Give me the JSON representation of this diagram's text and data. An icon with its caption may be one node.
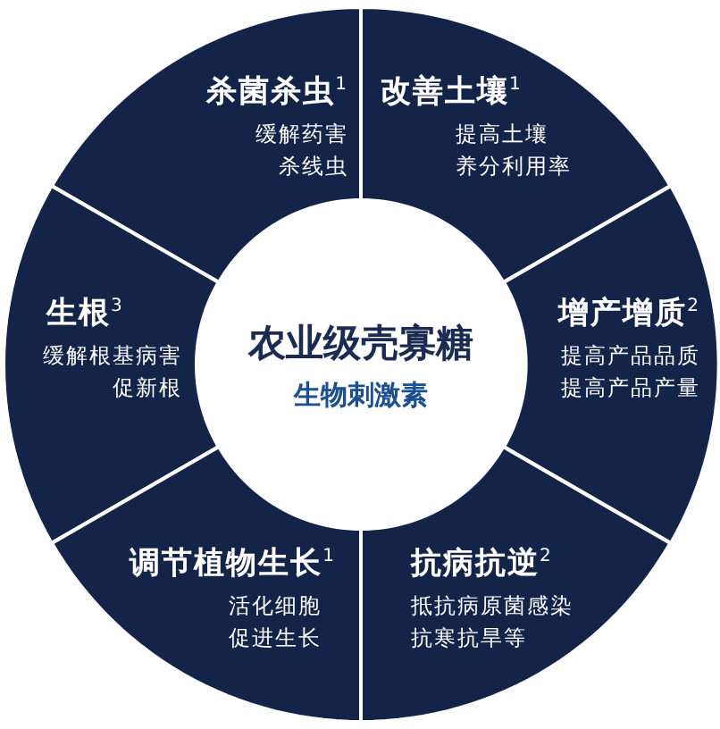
{
  "diagram": {
    "nodes": [
      {
        "text": [
          "杀菌杀虫$^{1}$",
          "缓解药害杀线虫"
        ]
      },
      {
        "text": [
          "改善土壤$^{1}$",
          "提高土壤养分利用率"
        ]
      },
      {
        "text": [
          "生根$^{3}$",
          "缓解根基病害促新根"
        ]
      },
      {
        "text": [
          "农业级壳寡糖",
          "生物刺激素"
        ]
      },
      {
        "text": [
          "增产增质$^{2}$",
          "提高产品品质提高产品产量"
        ]
      },
      {
        "text": [
          "调节植物生长$^{1}$",
          "活化细胞促进生长"
        ]
      },
      {
        "text": [
          "抗病抗逆$^{2}$",
          "抵抗病原菌感染抗寒抗旱等"
        ]
      }
    ]
  }
}
